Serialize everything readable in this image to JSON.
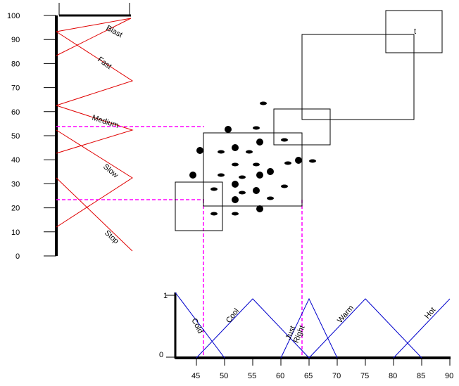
{
  "speed_axis": {
    "ticks": [
      "100",
      "90",
      "80",
      "70",
      "60",
      "50",
      "40",
      "30",
      "20",
      "10",
      "0"
    ],
    "sets": [
      {
        "label": "Blast"
      },
      {
        "label": "Fast"
      },
      {
        "label": "Medium"
      },
      {
        "label": "Slow"
      },
      {
        "label": "Stop"
      }
    ],
    "line_color": "#e00000"
  },
  "temp_axis": {
    "ticks": [
      "45",
      "50",
      "55",
      "60",
      "65",
      "70",
      "75",
      "80",
      "85",
      "90"
    ],
    "y_ticks": [
      "1",
      "0"
    ],
    "sets": [
      {
        "label": "Cold"
      },
      {
        "label": "Cool"
      },
      {
        "label": "Just Right"
      },
      {
        "label": "Warm"
      },
      {
        "label": "Hot"
      }
    ],
    "line_color": "#0000cc"
  },
  "patch_label": "t",
  "guide_color": "#ff00ff"
}
